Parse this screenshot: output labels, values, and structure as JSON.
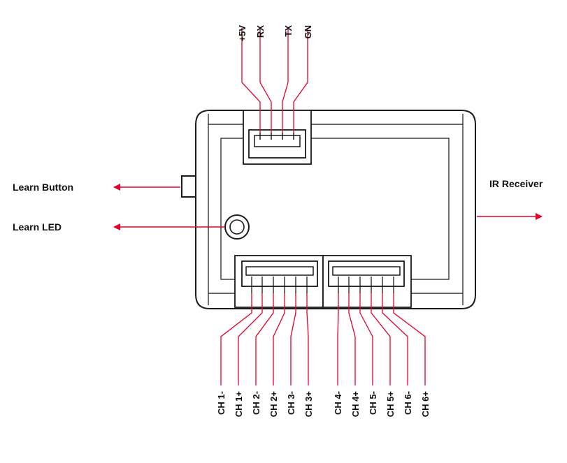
{
  "colors": {
    "accent": "#e4002b",
    "outline": "#1a1a1a"
  },
  "labels": {
    "learn_button": "Learn Button",
    "learn_led": "Learn LED",
    "ir_receiver": "IR Receiver"
  },
  "top_pins": [
    "+5V",
    "RX",
    "TX",
    "GN"
  ],
  "bottom_pins_left": [
    "CH 1-",
    "CH 1+",
    "CH 2-",
    "CH 2+",
    "CH 3-",
    "CH 3+"
  ],
  "bottom_pins_right": [
    "CH 4-",
    "CH 4+",
    "CH 5-",
    "CH 5+",
    "CH 6-",
    "CH 6+"
  ]
}
